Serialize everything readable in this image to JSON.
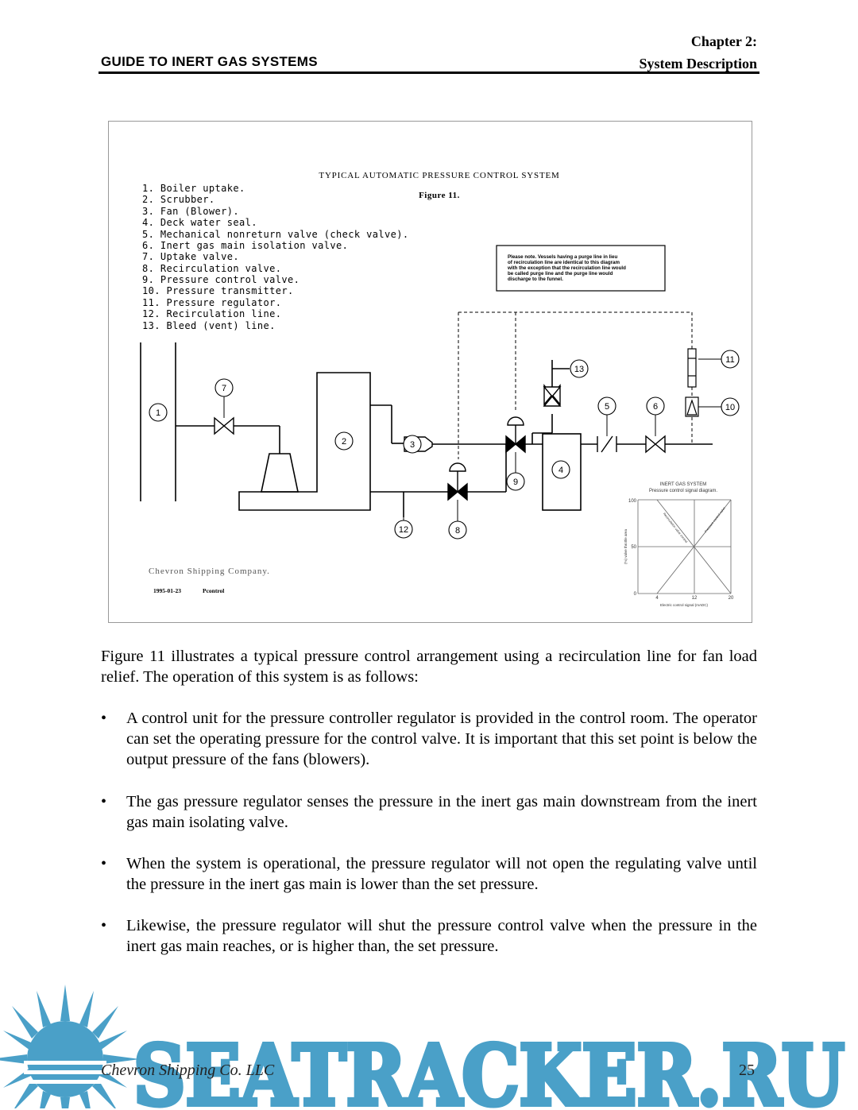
{
  "header": {
    "chapter": "Chapter 2:",
    "section": "System Description",
    "title": "GUIDE TO INERT GAS SYSTEMS"
  },
  "figure": {
    "title": "TYPICAL AUTOMATIC PRESSURE CONTROL SYSTEM",
    "caption": "Figure 11.",
    "legend": [
      "1.  Boiler uptake.",
      "2.  Scrubber.",
      "3.  Fan (Blower).",
      "4.  Deck water seal.",
      "5.  Mechanical nonreturn valve (check valve).",
      "6.  Inert gas main isolation valve.",
      "7.  Uptake valve.",
      "8.  Recirculation valve.",
      "9.  Pressure control valve.",
      "10. Pressure transmitter.",
      "11. Pressure regulator.",
      "12. Recirculation line.",
      "13. Bleed (vent) line."
    ],
    "note": [
      "Please note. Vessels having a purge line in lieu",
      "of recirculation line are identical to this diagram",
      "with the exception that the recirculation line would",
      "be called purge line and the purge line would",
      "discharge to the funnel."
    ],
    "callouts": [
      "1",
      "2",
      "3",
      "4",
      "5",
      "6",
      "7",
      "8",
      "9",
      "10",
      "11",
      "12",
      "13"
    ],
    "company": "Chevron Shipping Company.",
    "date": "1995-01-23",
    "file": "Pcontrol",
    "inset": {
      "title1": "INERT GAS SYSTEM",
      "title2": "Pressure control signal diagram.",
      "ylabel": "(%) valve throttle area",
      "xlabel": "Electric control signal (mADC)",
      "ytick_100": "100",
      "ytick_50": "50",
      "ytick_0": "0",
      "xtick_4": "4",
      "xtick_12": "12",
      "xtick_20": "20",
      "line1": "Recirculation valve control",
      "line2": "Pressure control valve"
    }
  },
  "body": {
    "intro": "Figure 11 illustrates a typical pressure control arrangement using a recirculation line for fan load relief. The operation of this system is as follows:",
    "bullets": [
      "A control unit for the pressure controller regulator is provided in the control room. The operator can set the operating pressure for the control valve. It is important that this set point is below the output pressure of the fans (blowers).",
      "The gas pressure regulator senses the pressure in the inert gas main downstream from the inert gas main isolating valve.",
      "When the system is operational, the pressure regulator will not open the regulating valve until the pressure in the inert gas main is lower than the set pressure.",
      "Likewise, the pressure regulator will shut the pressure control valve when the pressure in the inert gas main reaches, or is higher than, the set pressure."
    ]
  },
  "footer": {
    "company": "Chevron Shipping Co. LLC",
    "page": "25"
  },
  "watermark": {
    "text": "SEATRACKER.RU",
    "color": "#4aa0c8"
  }
}
